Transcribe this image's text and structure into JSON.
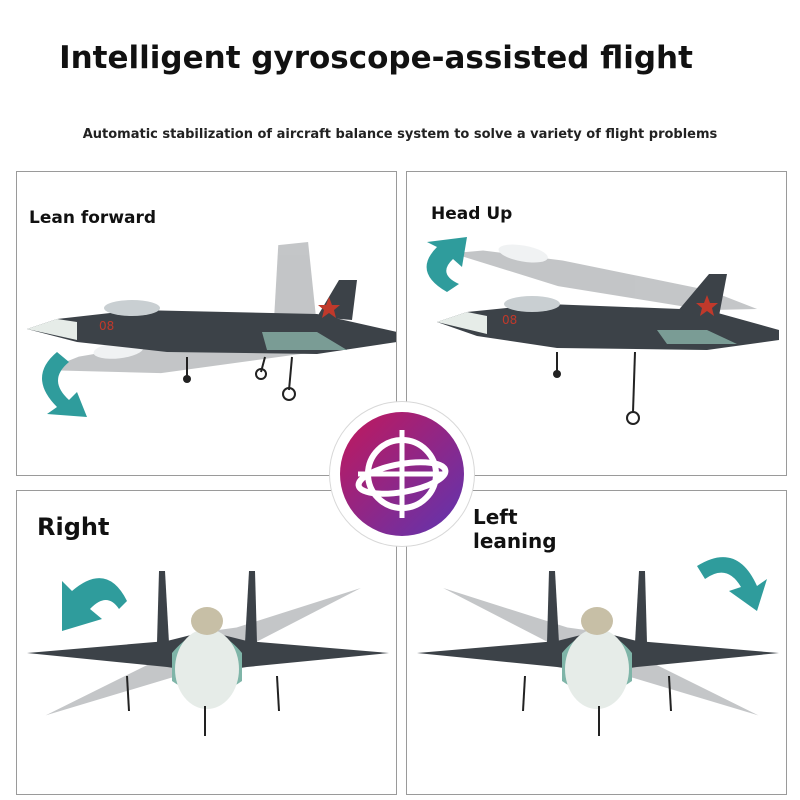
{
  "title": "Intelligent gyroscope-assisted flight",
  "subtitle": "Automatic stabilization of aircraft balance system to solve a variety of flight problems",
  "panels": [
    {
      "label": "Lean forward"
    },
    {
      "label": "Head Up"
    },
    {
      "label": "Right"
    },
    {
      "label": "Left leaning"
    }
  ],
  "aircraft_marking": "08",
  "colors": {
    "arrow": "#2f9c9c",
    "jet_body": "#3c4248",
    "jet_nose": "#e6ece8",
    "badge_gradient_start": "#c2185b",
    "badge_gradient_end": "#5e35b1"
  },
  "icons": [
    "rotate-arrow-icon",
    "gyroscope-icon"
  ]
}
